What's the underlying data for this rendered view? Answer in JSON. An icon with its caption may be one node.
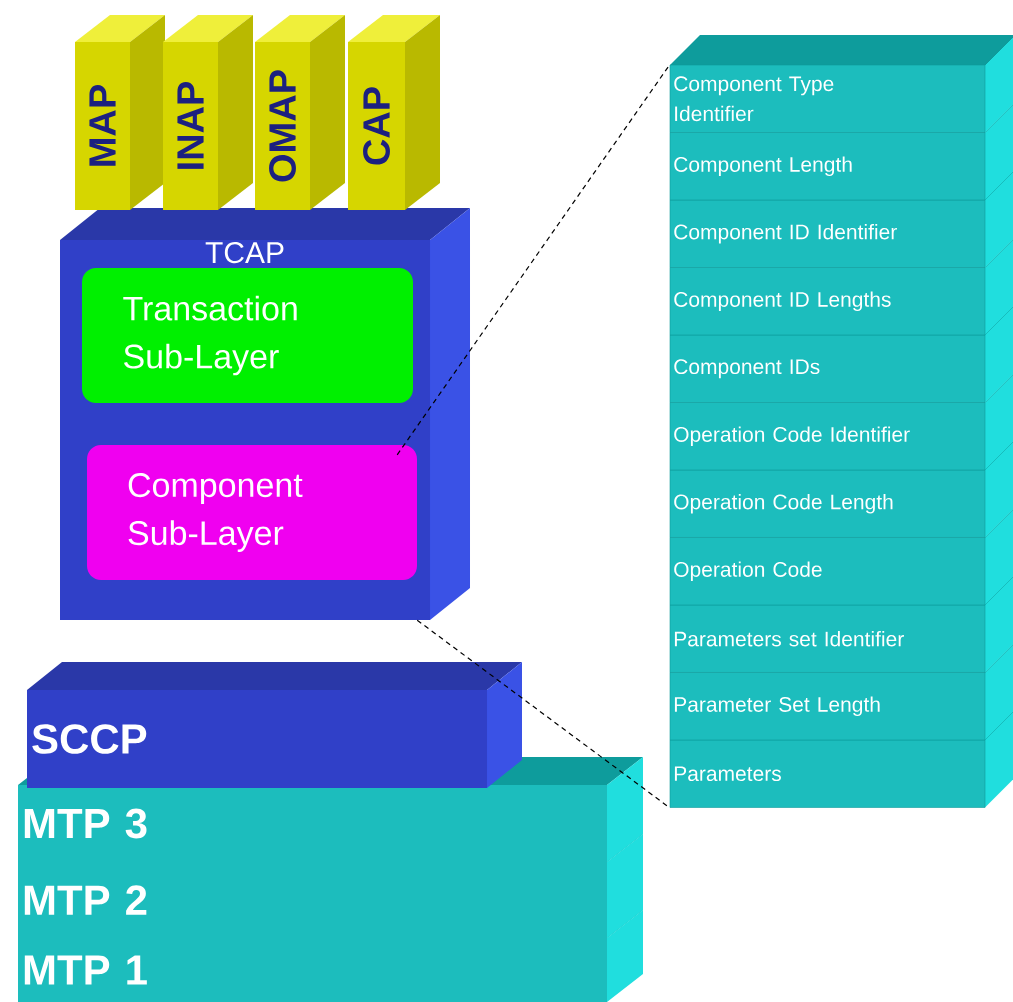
{
  "diagram": {
    "nodes": [
      {
        "text": [
          "MAP"
        ]
      },
      {
        "text": [
          "INAP"
        ]
      },
      {
        "text": [
          "OMAP"
        ]
      },
      {
        "text": [
          "CAP"
        ]
      },
      {
        "text": [
          "TCAP"
        ]
      },
      {
        "text": [
          "Transaction Sub-Layer"
        ],
        "in": 4
      },
      {
        "text": [
          "Component Sub-Layer"
        ],
        "in": 4
      },
      {
        "text": [
          "Component Type Identifier"
        ]
      },
      {
        "text": [
          "Component Length"
        ]
      },
      {
        "text": [
          "Component ID Identifier"
        ]
      },
      {
        "text": [
          "Component ID Lengths"
        ]
      },
      {
        "text": [
          "Component IDs"
        ]
      },
      {
        "text": [
          "Operation Code Identifier"
        ]
      },
      {
        "text": [
          "Operation Code Length"
        ]
      },
      {
        "text": [
          "Operation Code"
        ]
      },
      {
        "text": [
          "Parameters set Identifier"
        ]
      },
      {
        "text": [
          "Parameter Set Length"
        ]
      },
      {
        "text": [
          "Parameters"
        ]
      },
      {
        "text": [
          "SCCP"
        ]
      },
      {
        "text": [
          "MTP 3"
        ]
      },
      {
        "text": [
          "MTP 2"
        ]
      },
      {
        "text": [
          "MTP 1"
        ]
      }
    ],
    "edges": [
      {
        "from": 6,
        "to": 7,
        "arrow": "none",
        "style": "dashed"
      },
      {
        "from": 6,
        "to": 17,
        "arrow": "none",
        "style": "dashed"
      }
    ]
  }
}
